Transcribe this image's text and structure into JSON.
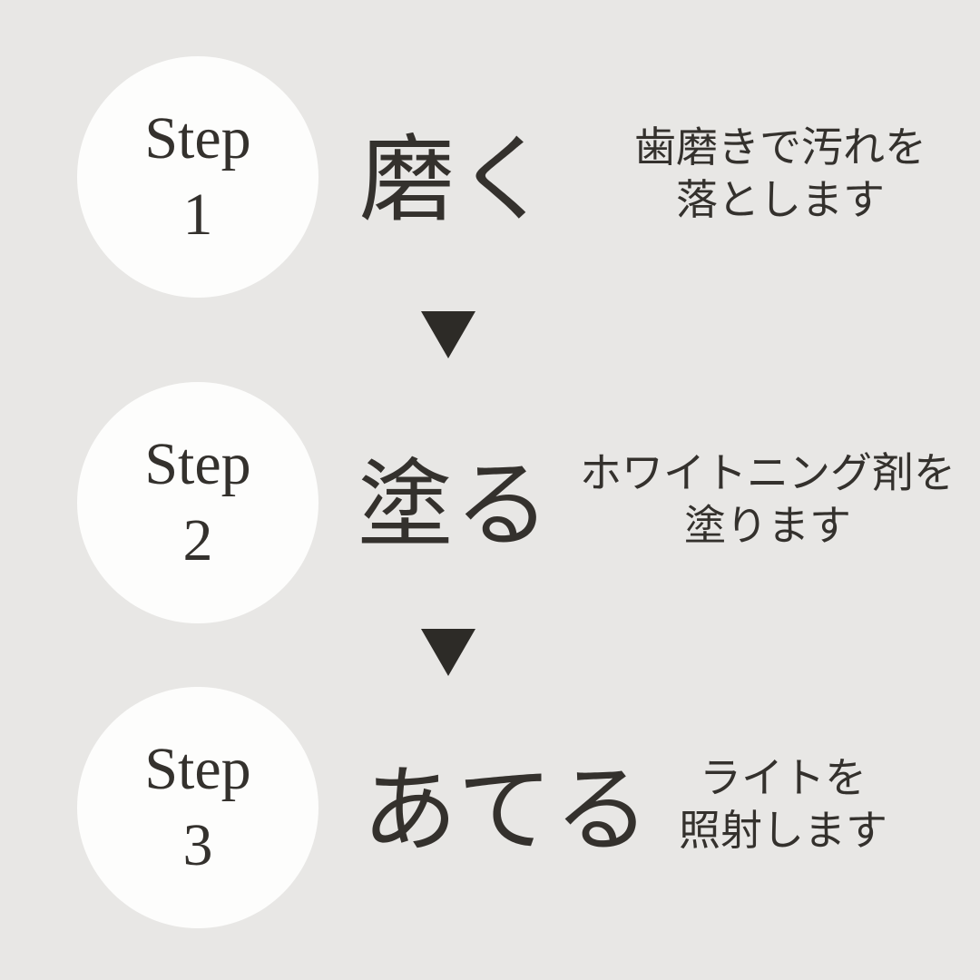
{
  "infographic": {
    "colors": {
      "background": "#e8e7e5",
      "circle_fill": "#fdfdfc",
      "text": "#34312d",
      "arrow": "#2d2b27"
    },
    "steps": [
      {
        "badge_label": "Step",
        "badge_number": "1",
        "title": "磨く",
        "description_line1": "歯磨きで汚れを",
        "description_line2": "落とします"
      },
      {
        "badge_label": "Step",
        "badge_number": "2",
        "title": "塗る",
        "description_line1": "ホワイトニング剤を",
        "description_line2": "塗ります"
      },
      {
        "badge_label": "Step",
        "badge_number": "3",
        "title": "あてる",
        "description_line1": "ライトを",
        "description_line2": "照射します"
      }
    ],
    "arrows": [
      {
        "icon": "down-triangle-icon"
      },
      {
        "icon": "down-triangle-icon"
      }
    ]
  }
}
